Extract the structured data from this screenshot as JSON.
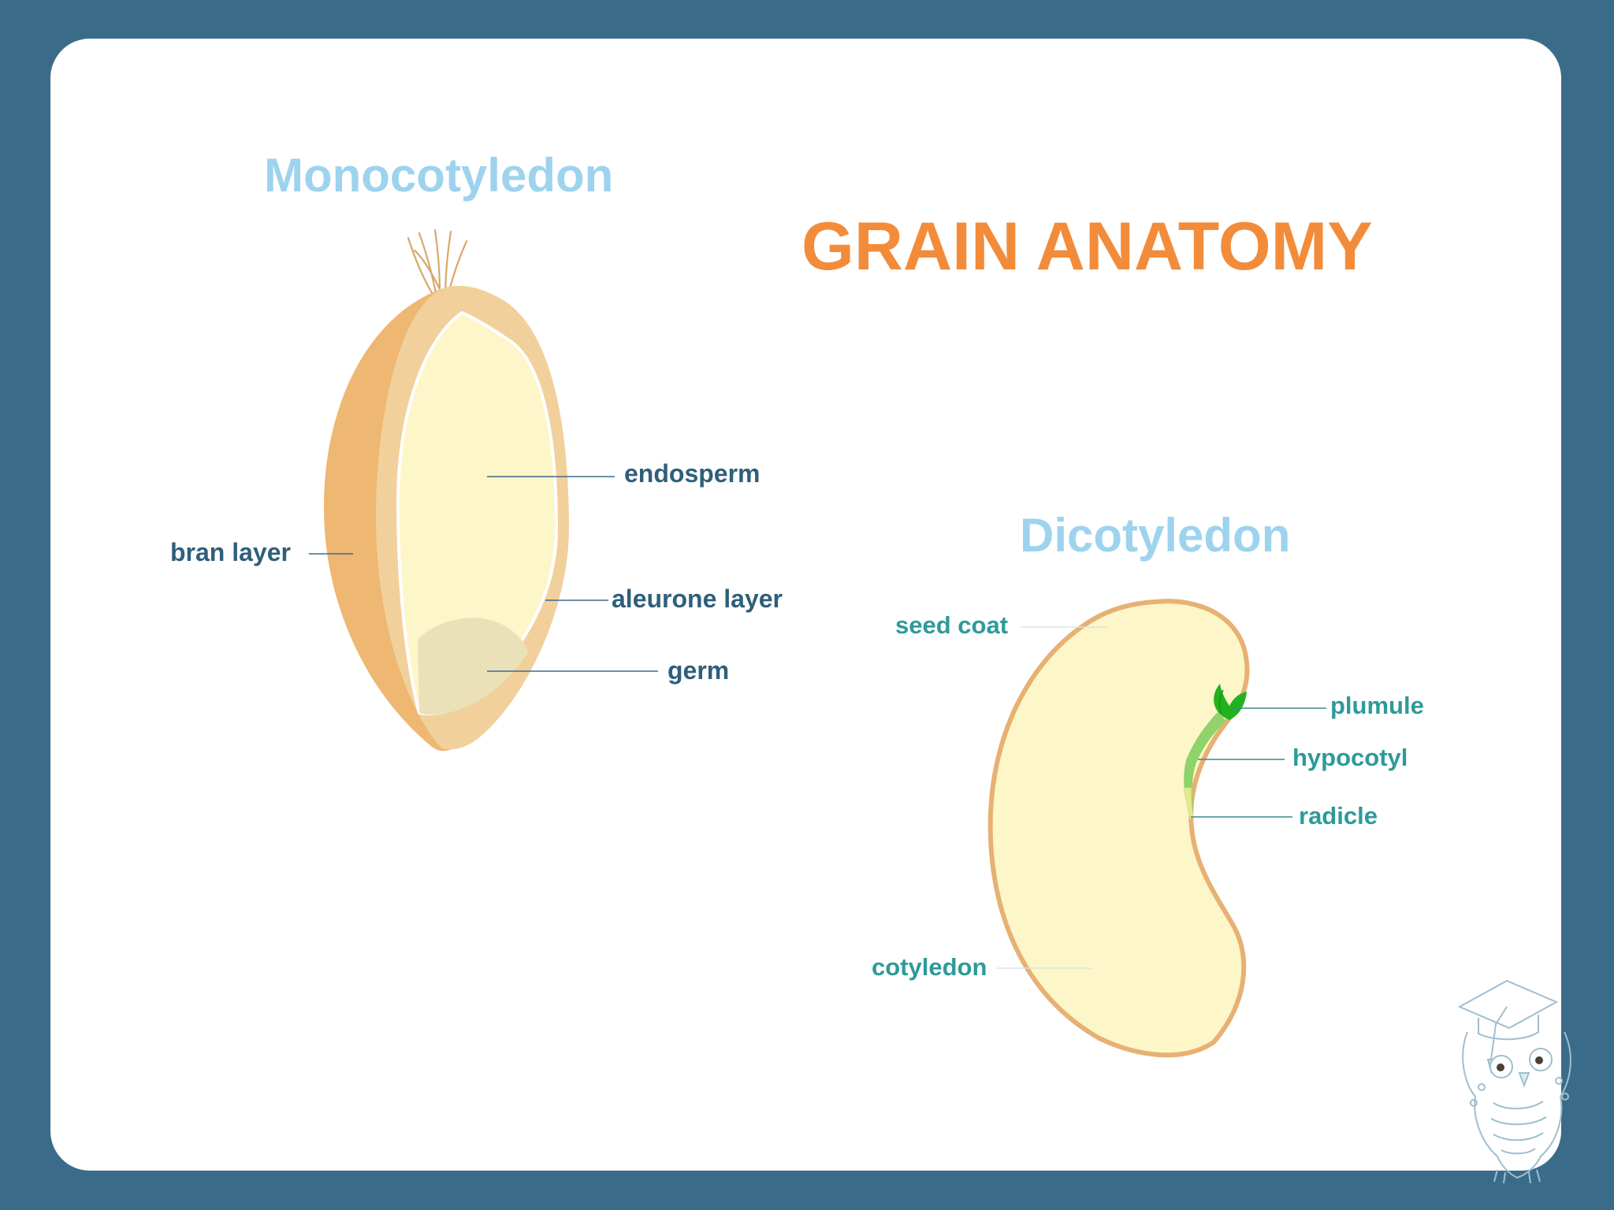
{
  "title": "GRAIN ANATOMY",
  "monocot": {
    "heading": "Monocotyledon",
    "labels": {
      "endosperm": "endosperm",
      "bran_layer": "bran layer",
      "aleurone_layer": "aleurone layer",
      "germ": "germ"
    }
  },
  "dicot": {
    "heading": "Dicotyledon",
    "labels": {
      "seed_coat": "seed coat",
      "plumule": "plumule",
      "hypocotyl": "hypocotyl",
      "radicle": "radicle",
      "cotyledon": "cotyledon"
    }
  },
  "colors": {
    "background": "#3a6c8a",
    "card": "#ffffff",
    "title": "#f28c3a",
    "section_heading": "#9dd3ee",
    "monocot_label": "#2f5f7a",
    "dicot_label": "#2e9a9a",
    "bran": "#eeb772",
    "aleurone": "#f1d09b",
    "endosperm": "#fdf6c8",
    "germ": "#ebe1b8",
    "plumule": "#22b21e"
  },
  "icons": {
    "mascot": "owl-graduate-icon"
  }
}
